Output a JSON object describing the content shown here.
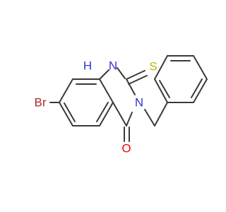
{
  "atoms": {
    "nh": {
      "text": "H",
      "sub": "N",
      "color": "#3333cc"
    },
    "s": {
      "text": "S",
      "color": "#b8b800"
    },
    "n": {
      "text": "N",
      "color": "#3333cc"
    },
    "o": {
      "text": "O",
      "color": "#ff0000"
    },
    "br": {
      "text": "Br",
      "color": "#a52a2a"
    }
  }
}
